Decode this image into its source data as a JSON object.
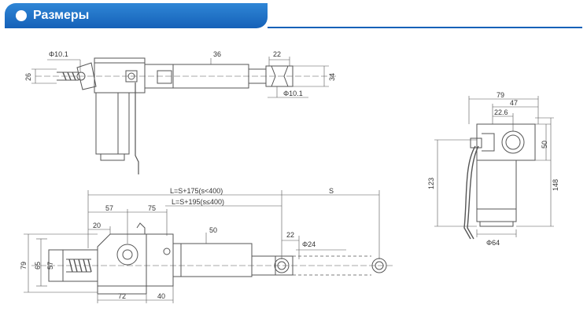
{
  "header": {
    "title": "Размеры"
  },
  "colors": {
    "header": "#1561b8",
    "line": "#555555"
  },
  "top_view": {
    "d_left_clevis": "Φ10.1",
    "h_26": "26",
    "d_36": "36",
    "w_22": "22",
    "h_34": "34",
    "d_right_clevis": "Φ10.1"
  },
  "side_view": {
    "w_79": "79",
    "w_47": "47",
    "w_22_6": "22.6",
    "h_50": "50",
    "h_123": "123",
    "h_148": "148",
    "d_64": "Φ64"
  },
  "bottom_view": {
    "length_short": "L=S+175(s<400)",
    "length_long": "L=S+195(s≤400)",
    "stroke": "S",
    "w_57": "57",
    "w_75": "75",
    "w_20": "20",
    "h_50": "50",
    "w_22": "22",
    "d_24": "Φ24",
    "h_79": "79",
    "h_65": "65",
    "h_57": "57",
    "w_72": "72",
    "w_40": "40"
  }
}
